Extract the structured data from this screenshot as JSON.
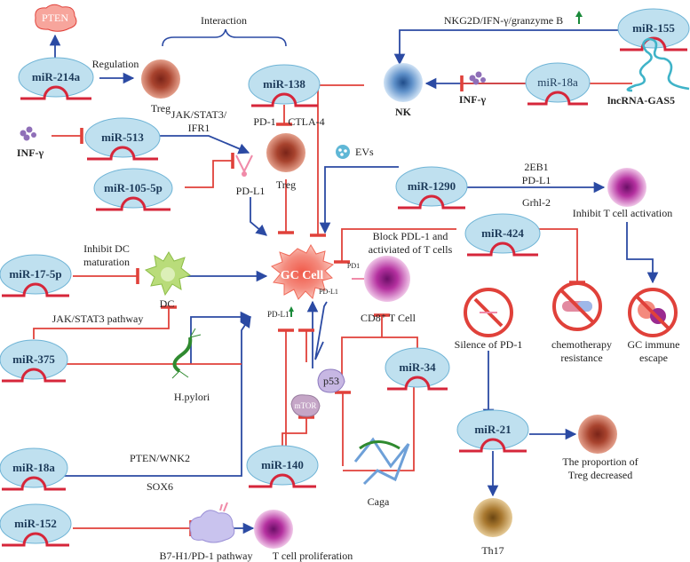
{
  "mirnas": {
    "mir214a": "miR-214a",
    "mir138": "miR-138",
    "mir513": "miR-513",
    "mir105": "miR-105-5p",
    "mir17": "miR-17-5p",
    "mir375": "miR-375",
    "mir18a_left": "miR-18a",
    "mir152": "miR-152",
    "mir140": "miR-140",
    "mir34": "miR-34",
    "mir1290": "miR-1290",
    "mir424": "miR-424",
    "mir155": "miR-155",
    "mir18a_top": "miR-18a",
    "mir21": "miR-21"
  },
  "nodes": {
    "pten": "PTEN",
    "treg_top": "Treg",
    "treg_mid": "Treg",
    "nk": "NK",
    "infg_right": "INF-γ",
    "lncrna": "lncRNA-GAS5",
    "infg_left": "INF-γ",
    "pdl1": "PD-L1",
    "gc_cell": "GC Cell",
    "dc": "DC",
    "cd8": "CD8⁺ T Cell",
    "pd1": "PD1",
    "pdl1_small": "PD-L1",
    "pdl1_up": "PD-L1",
    "p53": "p53",
    "mtor": "mTOR",
    "hpylori": "H.pylori",
    "caga": "Caga",
    "th17": "Th17"
  },
  "labels": {
    "interaction": "Interaction",
    "regulation": "Regulation",
    "nkg2d": "NKG2D/IFN-γ/granzyme B",
    "jak_stat3_ifr1_a": "JAK/STAT3/",
    "jak_stat3_ifr1_b": "IFR1",
    "pd1": "PD-1",
    "ctla4": "CTLA-4",
    "evs": "EVs",
    "eb1": "2EB1",
    "pdl1_b": "PD-L1",
    "grhl2": "Grhl-2",
    "inhibit_t": "Inhibit T cell activation",
    "inhibit_dc_a": "Inhibit DC",
    "inhibit_dc_b": "maturation",
    "block_a": "Block PDL-1 and",
    "block_b": "activiated of T cells",
    "jak_stat3_pathway": "JAK/STAT3 pathway",
    "silence_pd1": "Silence of PD-1",
    "chemo_a": "chemotherapy",
    "chemo_b": "resistance",
    "gc_escape_a": "GC immune",
    "gc_escape_b": "escape",
    "pten_wnk2": "PTEN/WNK2",
    "sox6": "SOX6",
    "b7h1": "B7-H1/PD-1 pathway",
    "t_prolif": "T cell proliferation",
    "treg_dec_a": "The proportion of",
    "treg_dec_b": "Treg decreased"
  },
  "colors": {
    "activate": "#2b4aa3",
    "inhibit": "#e0413a",
    "upregulate": "#1a8a3a"
  }
}
